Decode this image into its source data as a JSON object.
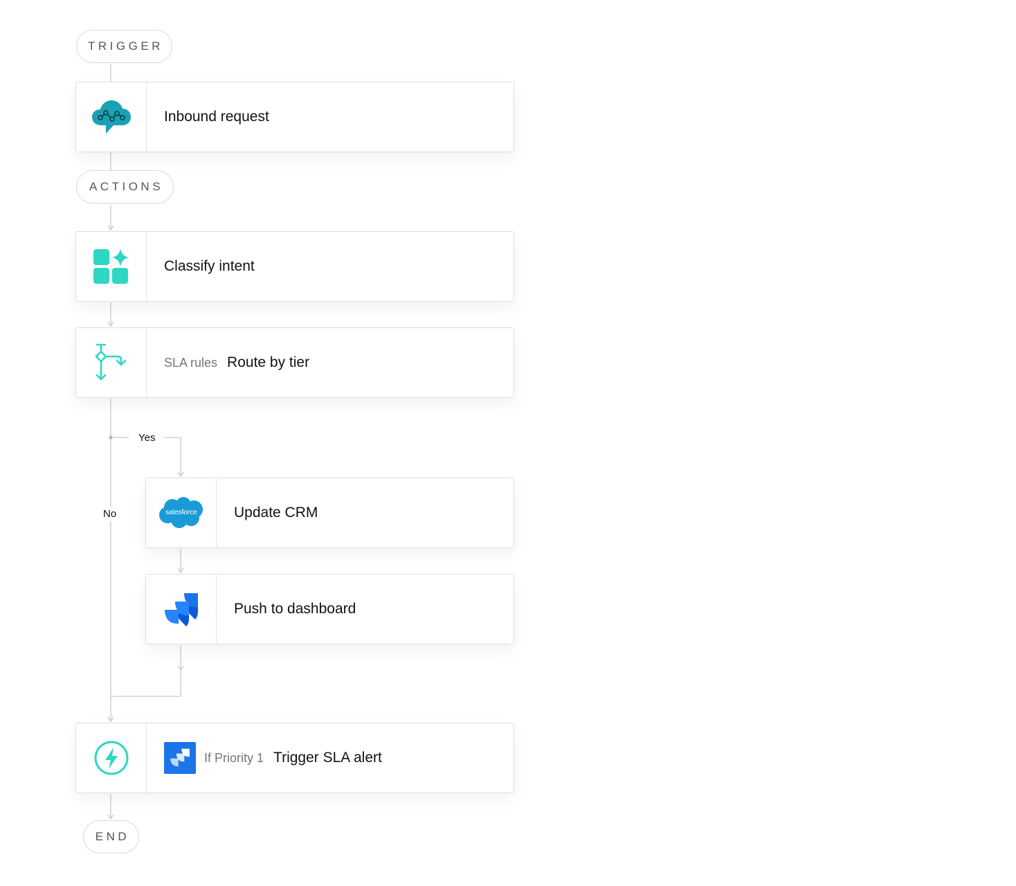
{
  "sections": {
    "trigger": "TRIGGER",
    "actions": "ACTIONS",
    "end": "END"
  },
  "steps": [
    {
      "id": "inbound",
      "icon": "cloud-chat-icon",
      "label": "Inbound request",
      "color": "#1aa2b2"
    },
    {
      "id": "classify",
      "icon": "apps-sparkle-icon",
      "label": "Classify intent",
      "color": "#2ed7c3"
    },
    {
      "id": "route",
      "icon": "branch-icon",
      "prefix": "SLA rules",
      "label": "Route by tier",
      "color": "#2ed7c3"
    },
    {
      "id": "crm",
      "icon": "salesforce-logo-icon",
      "logo_text": "salesforce",
      "label": "Update CRM",
      "color": "#1a9bd7"
    },
    {
      "id": "dashboard",
      "icon": "jira-logo-icon",
      "label": "Push to dashboard",
      "color": "#1c75e8"
    },
    {
      "id": "alert",
      "icon": "lightning-bolt-icon",
      "secondary_icon": "jira-logo-icon",
      "prefix": "If Priority 1",
      "label": "Trigger SLA alert",
      "color": "#2ed7c3"
    }
  ],
  "branches": {
    "yes": "Yes",
    "no": "No"
  },
  "colors": {
    "connector": "#c9c9c9",
    "teal": "#2ed7c3",
    "jira_blue": "#1c75e8"
  }
}
